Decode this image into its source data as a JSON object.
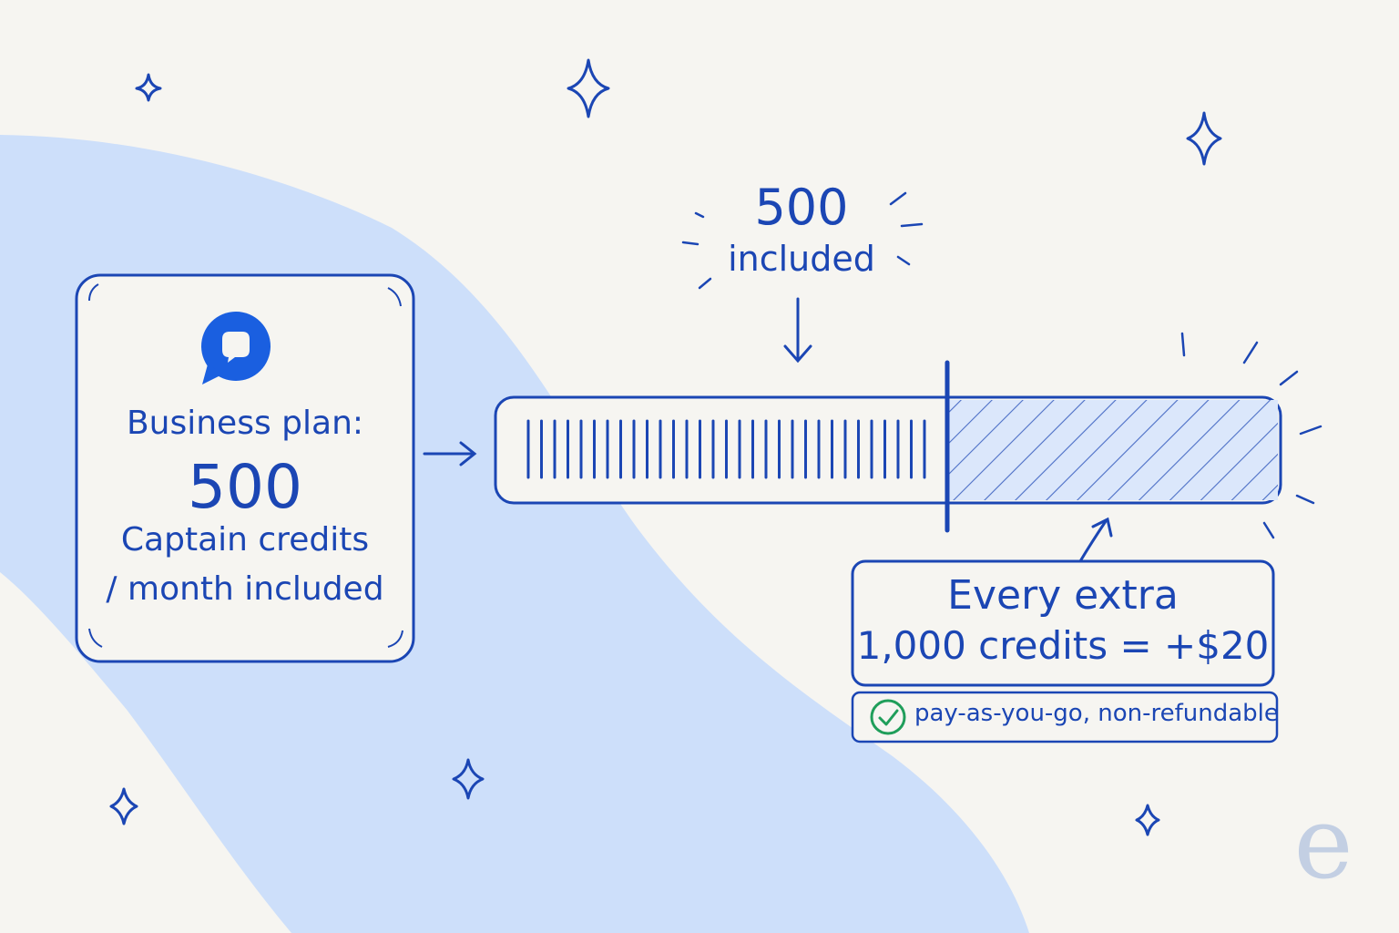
{
  "plan": {
    "title": "Business plan:",
    "amount": "500",
    "unit": "Captain credits",
    "period": "/ month included",
    "icon": "chat-bubble-icon"
  },
  "meter": {
    "included_number": "500",
    "included_label": "included",
    "included_fraction": 0.57
  },
  "overage": {
    "line1": "Every extra",
    "line2": "1,000 credits = +$20",
    "note": "pay-as-you-go, non-refundable",
    "note_icon": "check-circle-icon"
  },
  "logo": {
    "letter": "e"
  },
  "colors": {
    "ink": "#1b46b4",
    "background": "#f6f5f1",
    "blob": "#cddffa",
    "check": "#1f9e5a",
    "logo": "#c3cfe3"
  }
}
